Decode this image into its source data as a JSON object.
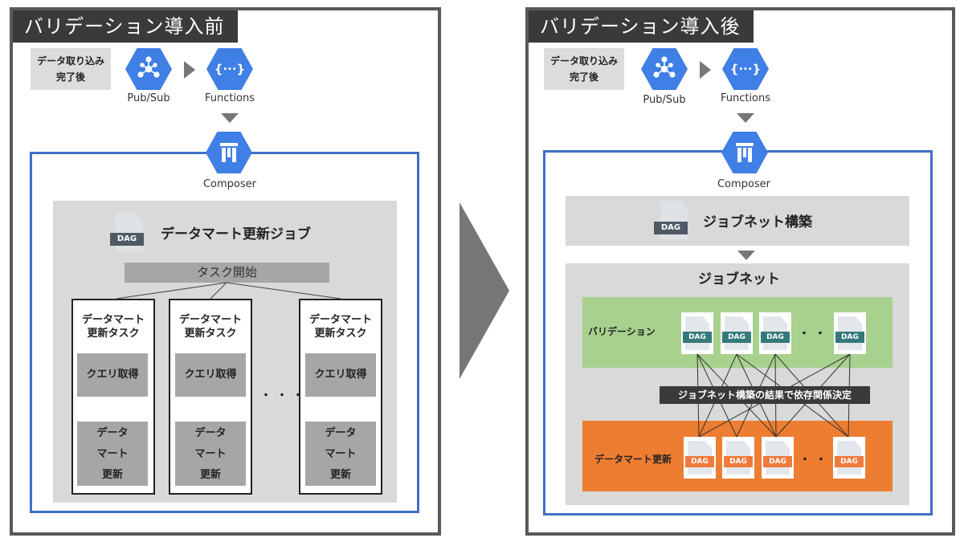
{
  "before": {
    "title": "バリデーション導入前",
    "trigger": [
      "データ取り込み",
      "完了後"
    ],
    "pubsub_label": "Pub/Sub",
    "functions_label": "Functions",
    "composer_label": "Composer",
    "dag_tag": "DAG",
    "job_title": "データマート更新ジョブ",
    "task_start": "タスク開始",
    "task_title_lines": [
      "データマート",
      "更新タスク"
    ],
    "query_label": "クエリ取得",
    "update_lines": [
      "データ",
      "マート",
      "更新"
    ],
    "ellipsis": "・・・"
  },
  "after": {
    "title": "バリデーション導入後",
    "trigger": [
      "データ取り込み",
      "完了後"
    ],
    "pubsub_label": "Pub/Sub",
    "functions_label": "Functions",
    "composer_label": "Composer",
    "dag_tag": "DAG",
    "build_label": "ジョブネット構築",
    "jobnet_title": "ジョブネット",
    "validation_label": "バリデーション",
    "dependency_label": "ジョブネット構築の結果で依存関係決定",
    "datamart_label": "データマート更新",
    "ellipsis": "・・・"
  },
  "colors": {
    "panel_border": "#595959",
    "composer_border": "#3f6fc6",
    "icon_blue": "#3f7fe6",
    "validation_bg": "#a9d18e",
    "datamart_bg": "#ed7d31",
    "dag_tag_gray": "#505a66",
    "dag_tag_teal": "#35797a",
    "dag_tag_orange": "#f07a3c"
  },
  "icons": {
    "pubsub": "pubsub-hexagon-icon",
    "functions": "functions-hexagon-icon",
    "composer": "composer-hexagon-icon",
    "dag": "dag-document-icon"
  }
}
